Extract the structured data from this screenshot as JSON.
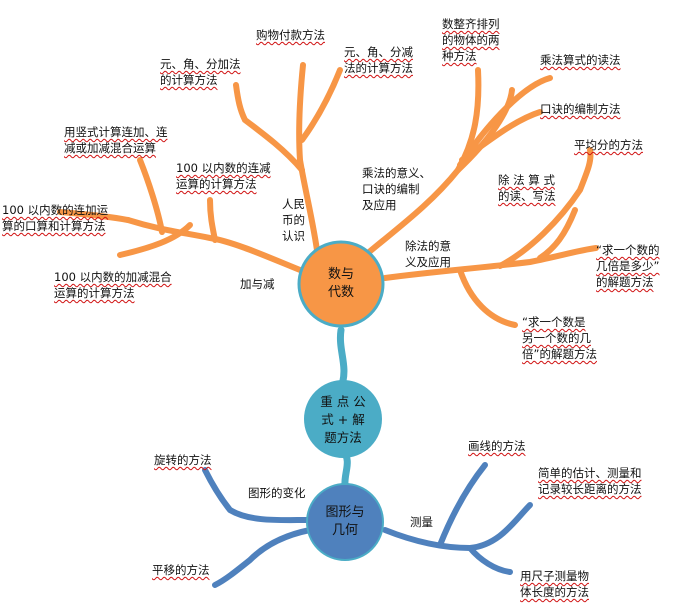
{
  "colors": {
    "orange": "#f79646",
    "teal": "#4bacc6",
    "blue": "#4f81bd",
    "squiggle": "#d01010"
  },
  "nodes": {
    "algebra": {
      "line1": "数与",
      "line2": "代数"
    },
    "center": {
      "line1": "重 点 公",
      "line2": "式 + 解",
      "line3": "题方法"
    },
    "geometry": {
      "line1": "图形与",
      "line2": "几何"
    }
  },
  "branches": {
    "add_sub": "加与减",
    "rmb": {
      "l1": "人民",
      "l2": "币的",
      "l3": "认识"
    },
    "mult": {
      "l1": "乘法的意义、",
      "l2": "口诀的编制",
      "l3": "及应用"
    },
    "div": {
      "l1": "除法的意",
      "l2": "义及应用"
    },
    "shape_change": "图形的变化",
    "measure": "测量"
  },
  "leaves": {
    "shopping": "购物付款方法",
    "yuan_add": {
      "l1": "元、角、分加法",
      "l2": "的计算方法"
    },
    "yuan_sub": {
      "l1": "元、角、分减",
      "l2": "法的计算方法"
    },
    "vertical": {
      "l1": "用竖式计算连加、连",
      "l2": "减或加减混合运算"
    },
    "within100_cont": {
      "l1": "100 以内数的连减",
      "l2": "运算的计算方法"
    },
    "within100_add": {
      "l1": "100 以内数的连加运",
      "l2": "算的口算和计算方法"
    },
    "within100_mixed": {
      "l1": "100 以内数的加减混合",
      "l2": "运算的计算方法"
    },
    "arrange": {
      "l1": "数整齐排列",
      "l2": "的物体的两",
      "l3": "种方法"
    },
    "mult_read": "乘法算式的读法",
    "mnemonic": "口诀的编制方法",
    "equal_share": "平均分的方法",
    "div_read": {
      "l1": "除 法 算 式",
      "l2": "的读、写法"
    },
    "times_of": {
      "l1": "“求一个数的",
      "l2": "几倍是多少”",
      "l3": "的解题方法"
    },
    "how_many_times": {
      "l1": "“求一个数是",
      "l2": "另一个数的几",
      "l3": "倍”的解题方法"
    },
    "rotation": "旋转的方法",
    "translation": "平移的方法",
    "draw_line": "画线的方法",
    "estimate": {
      "l1": "简单的估计、测量和",
      "l2": "记录较长距离的方法"
    },
    "ruler": {
      "l1": "用尺子测量物",
      "l2": "体长度的方法"
    }
  }
}
